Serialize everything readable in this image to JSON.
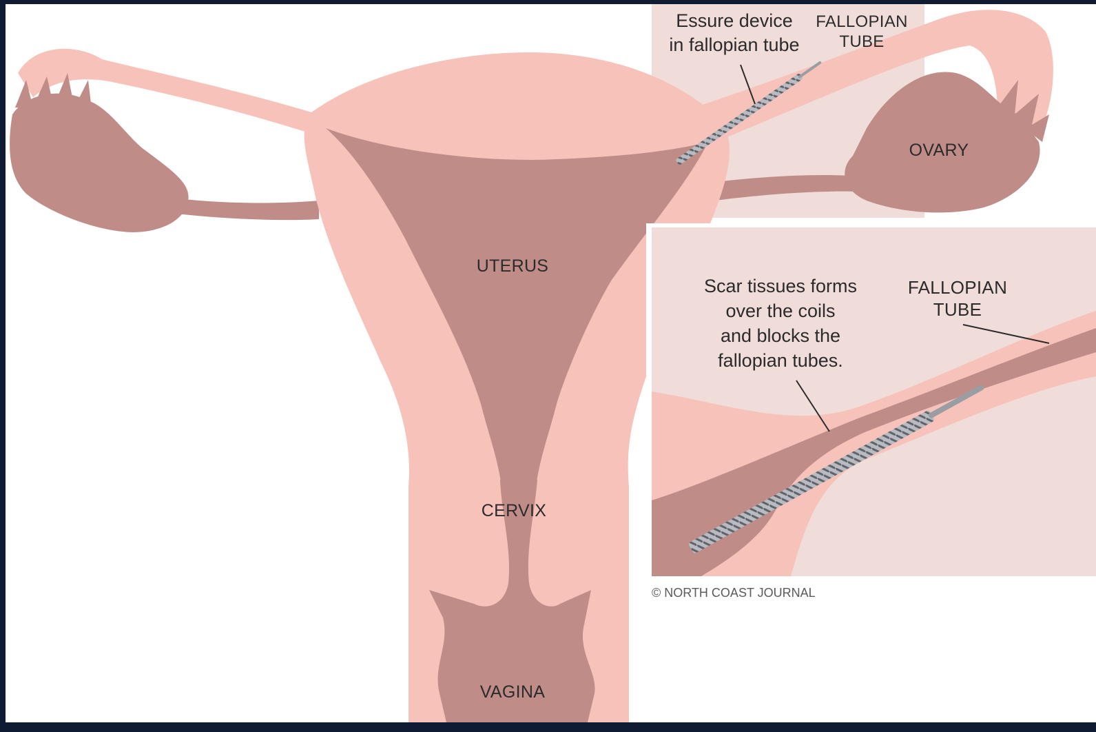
{
  "labels": {
    "essure_line1": "Essure device",
    "essure_line2": "in fallopian tube",
    "fallopian_top_line1": "FALLOPIAN",
    "fallopian_top_line2": "TUBE",
    "ovary": "OVARY",
    "uterus": "UTERUS",
    "cervix": "CERVIX",
    "vagina": "VAGINA",
    "scar_line1": "Scar tissues forms",
    "scar_line2": "over the coils",
    "scar_line3": "and blocks the",
    "scar_line4": "fallopian tubes.",
    "fallopian_inset_line1": "FALLOPIAN",
    "fallopian_inset_line2": "TUBE",
    "credit": "© NORTH COAST JOURNAL"
  },
  "colors": {
    "background_border": "#0f1a33",
    "tissue_light": "#f6c2ba",
    "tissue_dark": "#c08c88",
    "inset_bg": "#f0dcd8",
    "coil": "#8c9096"
  }
}
